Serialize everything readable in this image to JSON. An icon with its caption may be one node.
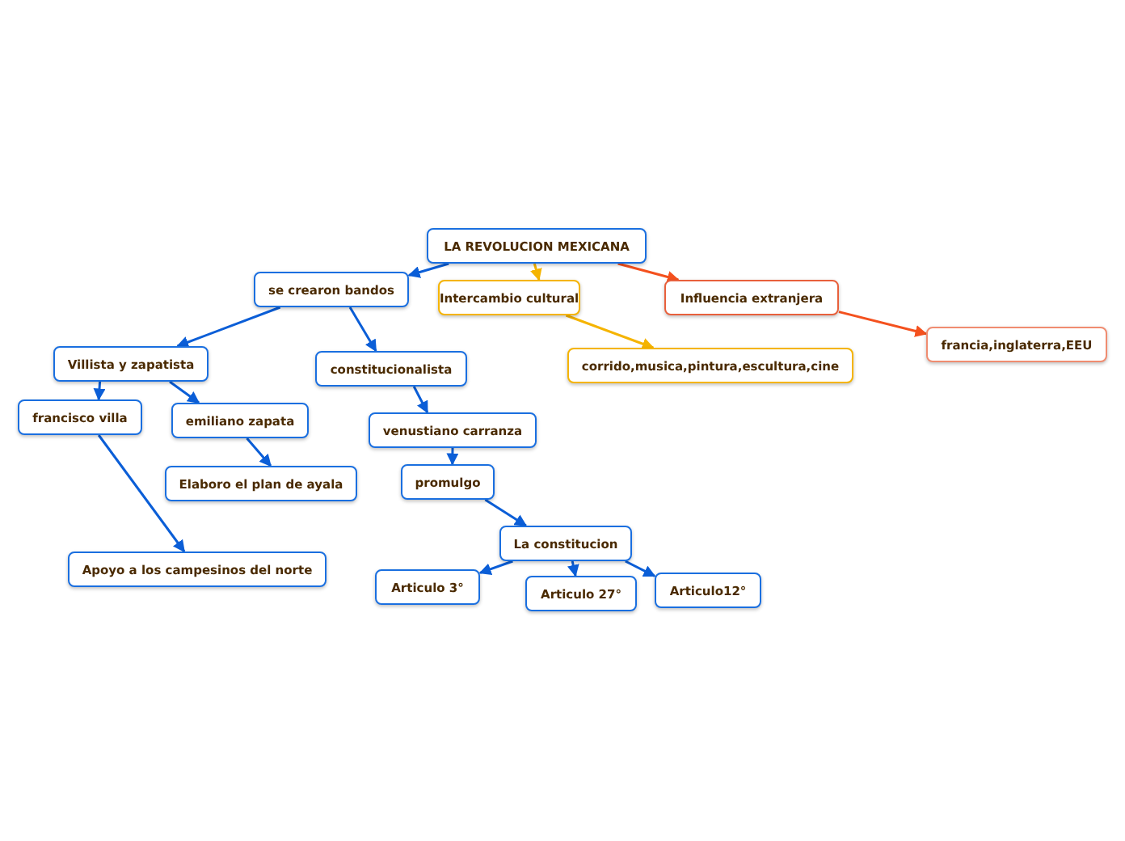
{
  "diagram": {
    "nodes": [
      {
        "text": [
          "LA REVOLUCION MEXICANA"
        ]
      },
      {
        "text": [
          "se crearon bandos"
        ]
      },
      {
        "text": [
          "Intercambio cultural"
        ]
      },
      {
        "text": [
          "Influencia extranjera"
        ]
      },
      {
        "text": [
          "Villista y zapatista"
        ]
      },
      {
        "text": [
          "constitucionalista"
        ]
      },
      {
        "text": [
          "corrido,musica,pintura,escultura,cine"
        ]
      },
      {
        "text": [
          "francia,inglaterra,EEU"
        ]
      },
      {
        "text": [
          "francisco villa"
        ]
      },
      {
        "text": [
          "emiliano zapata"
        ]
      },
      {
        "text": [
          "venustiano carranza"
        ]
      },
      {
        "text": [
          "Elaboro el plan de ayala"
        ]
      },
      {
        "text": [
          "promulgo"
        ]
      },
      {
        "text": [
          "Apoyo a los campesinos del norte"
        ]
      },
      {
        "text": [
          "La constitucion"
        ]
      },
      {
        "text": [
          "Articulo  3°"
        ]
      },
      {
        "text": [
          "Articulo 27°"
        ]
      },
      {
        "text": [
          "Articulo12°"
        ]
      }
    ],
    "edges": [
      {
        "from": 0,
        "to": 1,
        "arrow": "to"
      },
      {
        "from": 0,
        "to": 2,
        "arrow": "to",
        "color": "#f5b400"
      },
      {
        "from": 0,
        "to": 3,
        "arrow": "to",
        "color": "#f4511e"
      },
      {
        "from": 1,
        "to": 4,
        "arrow": "to"
      },
      {
        "from": 1,
        "to": 5,
        "arrow": "to"
      },
      {
        "from": 2,
        "to": 6,
        "arrow": "to",
        "color": "#f5b400"
      },
      {
        "from": 3,
        "to": 7,
        "arrow": "to",
        "color": "#f4511e"
      },
      {
        "from": 4,
        "to": 8,
        "arrow": "to"
      },
      {
        "from": 4,
        "to": 9,
        "arrow": "to"
      },
      {
        "from": 5,
        "to": 10,
        "arrow": "to"
      },
      {
        "from": 9,
        "to": 11,
        "arrow": "to"
      },
      {
        "from": 8,
        "to": 13,
        "arrow": "to"
      },
      {
        "from": 10,
        "to": 12,
        "arrow": "to"
      },
      {
        "from": 12,
        "to": 14,
        "arrow": "to"
      },
      {
        "from": 14,
        "to": 15,
        "arrow": "to"
      },
      {
        "from": 14,
        "to": 16,
        "arrow": "to"
      },
      {
        "from": 14,
        "to": 17,
        "arrow": "to"
      }
    ]
  }
}
